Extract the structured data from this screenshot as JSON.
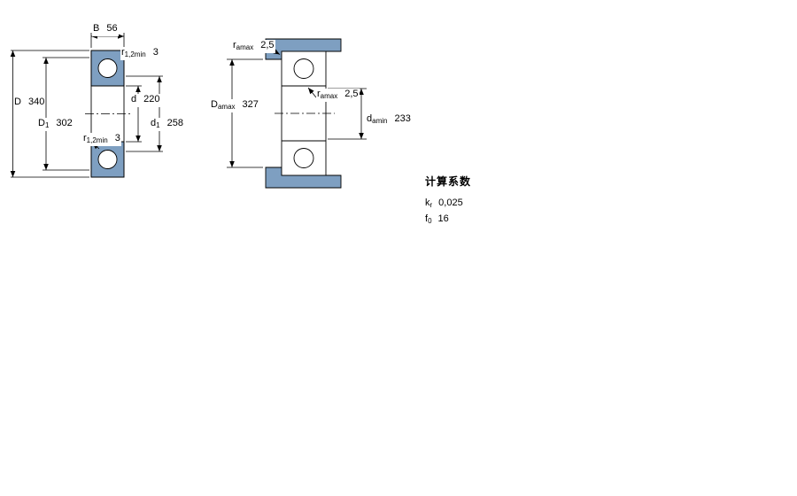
{
  "colors": {
    "section_fill": "#7e9fc1",
    "line_color": "#000000"
  },
  "left_view": {
    "dims": {
      "B": {
        "sym": "B",
        "sub": "",
        "value": "56"
      },
      "r12_top": {
        "sym": "r",
        "sub": "1,2min",
        "value": "3"
      },
      "D": {
        "sym": "D",
        "sub": "",
        "value": "340"
      },
      "D1": {
        "sym": "D",
        "sub": "1",
        "value": "302"
      },
      "d": {
        "sym": "d",
        "sub": "",
        "value": "220"
      },
      "d1": {
        "sym": "d",
        "sub": "1",
        "value": "258"
      },
      "r12_bot": {
        "sym": "r",
        "sub": "1,2min",
        "value": "3"
      }
    }
  },
  "right_view": {
    "dims": {
      "ramax_top": {
        "sym": "r",
        "sub": "amax",
        "value": "2,5"
      },
      "Damax": {
        "sym": "D",
        "sub": "amax",
        "value": "327"
      },
      "ramax_mid": {
        "sym": "r",
        "sub": "amax",
        "value": "2,5"
      },
      "damin": {
        "sym": "d",
        "sub": "amin",
        "value": "233"
      }
    }
  },
  "calculation_factors": {
    "title": "计算系数",
    "rows": [
      {
        "sym": "k",
        "sub": "r",
        "value": "0,025"
      },
      {
        "sym": "f",
        "sub": "0",
        "value": "16"
      }
    ]
  }
}
